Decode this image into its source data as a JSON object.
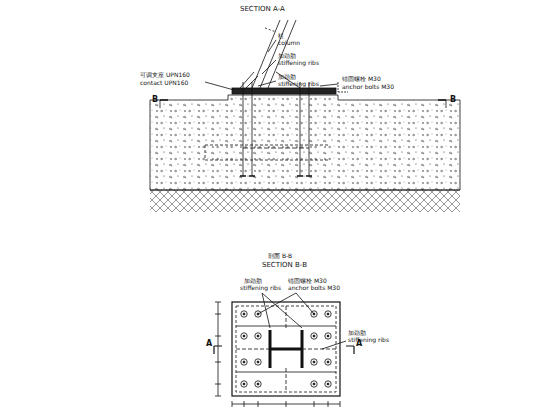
{
  "diagram": {
    "title": "SECTION A-A",
    "labels": [
      "柱",
      "column",
      "加劲肋",
      "stiffening ribs",
      "加劲肋",
      "stiffening ribs",
      "可调支座 UPN160",
      "contact UPN160",
      "锚固螺栓 M30",
      "anchor bolts M30",
      "B",
      "B",
      "剖面 B-B",
      "SECTION B-B",
      "加劲肋",
      "stiffening ribs",
      "锚固螺栓 M30",
      "anchor bolts M30",
      "加劲肋",
      "stiffening ribs",
      "A",
      "A"
    ]
  }
}
